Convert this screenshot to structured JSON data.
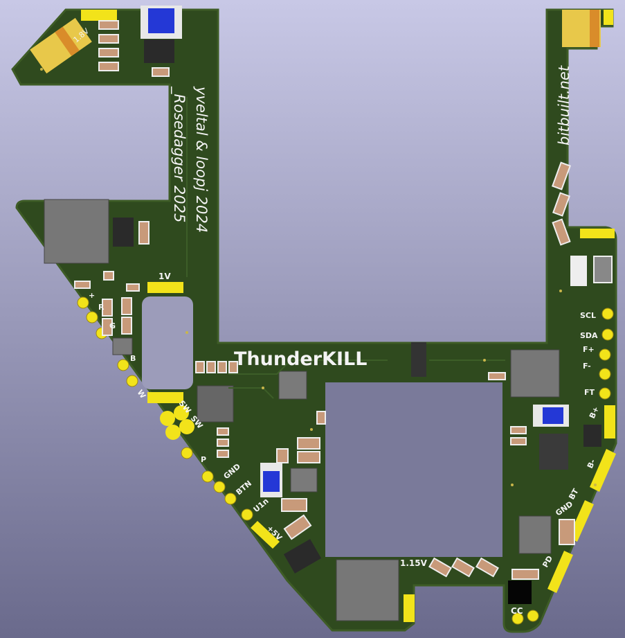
{
  "colors": {
    "background_top": "#c8c8e6",
    "background_bottom": "#6a6a8c",
    "board": "#2f4a1e",
    "board_edge": "#3e5c26",
    "pad_yellow": "#f2e31a",
    "silkscreen": "#f4f4f4",
    "chip_dark": "#2a2a2a",
    "chip_gray": "#777777",
    "led_blue": "#2438d6",
    "cap_tan": "#e8c84a"
  },
  "board": {
    "title": "ThunderKILL",
    "credits_line1": "yveltal & loopj 2024",
    "credits_line2": "_Rosedagger 2025",
    "website": "bitbuilt.net"
  },
  "labels": {
    "v18": "1.8V",
    "v1": "1V",
    "v115": "1.15V",
    "plus": "+",
    "r": "R",
    "g": "G",
    "b": "B",
    "w": "W",
    "sw": "SW",
    "p": "P",
    "gnd_left": "GND",
    "btn": "BTN",
    "u1n": "U1n",
    "v5": "+5V",
    "scl": "SCL",
    "sda": "SDA",
    "f_plus": "F+",
    "f_minus": "F-",
    "ft": "FT",
    "b_plus": "B+",
    "b_minus": "B-",
    "bt": "BT",
    "gnd_right": "GND",
    "pd": "PD",
    "cc": "CC"
  }
}
